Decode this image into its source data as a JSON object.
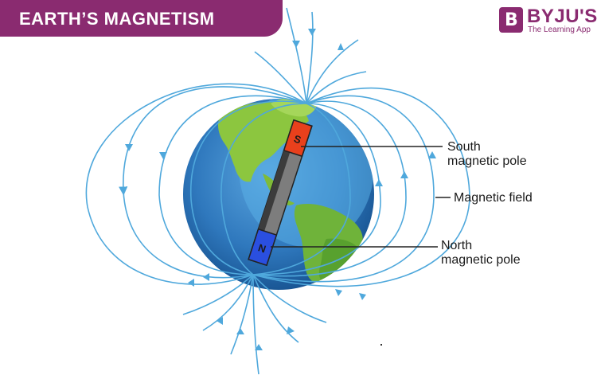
{
  "header": {
    "title": "EARTH’S MAGNETISM"
  },
  "logo": {
    "badge": "B",
    "name": "BYJU'S",
    "tagline": "The Learning App"
  },
  "magnet": {
    "south_letter": "S",
    "north_letter": "N"
  },
  "labels": {
    "south_pole": [
      "South",
      "magnetic pole"
    ],
    "magnetic_field": "Magnetic field",
    "north_pole": [
      "North",
      "magnetic pole"
    ]
  },
  "colors": {
    "brand": "#8a2b70",
    "field_line": "#4fa8dc",
    "ocean_dark": "#1f5fa0",
    "ocean_light": "#3f8fd0",
    "land": "#7fc23a",
    "south_pole_red": "#e8401c",
    "north_pole_blue": "#2a4fe0",
    "bar_gray": "#7d7d7d"
  }
}
